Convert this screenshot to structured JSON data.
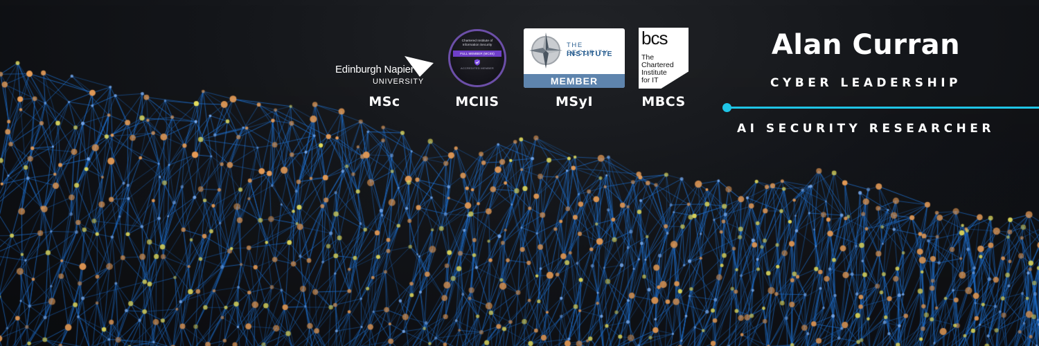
{
  "profile": {
    "name": "Alan Curran",
    "title_primary": "CYBER LEADERSHIP",
    "title_secondary": "AI SECURITY RESEARCHER"
  },
  "credentials": [
    {
      "abbr": "MSc",
      "logo_text": "Edinburgh Napier",
      "logo_subtext": "UNIVERSITY"
    },
    {
      "abbr": "MCIIS",
      "logo_text": "Chartered Institute of Information Security",
      "logo_band": "FULL MEMBER (MCIIS)",
      "logo_subtext": "ACCREDITED MEMBER"
    },
    {
      "abbr": "MSyI",
      "logo_text": "THE SECURITY",
      "logo_text_2": "INSTITUTE",
      "logo_band": "MEMBER"
    },
    {
      "abbr": "MBCS",
      "logo_text": "bcs",
      "logo_desc": [
        "The",
        "Chartered",
        "Institute",
        "for IT"
      ]
    }
  ],
  "colors": {
    "accent": "#1fc5e6",
    "network_line": "#1f78e0",
    "network_node_orange": "#f5a55a",
    "network_node_yellow": "#f0e860",
    "ciisec_purple": "#6f3fc9",
    "security_institute_blue": "#5e84ad",
    "background": "#0b0d11"
  },
  "icons": {
    "napier": "arrow-pointer-icon",
    "ciisec": "shield-check-icon",
    "security_institute": "compass-star-icon"
  }
}
